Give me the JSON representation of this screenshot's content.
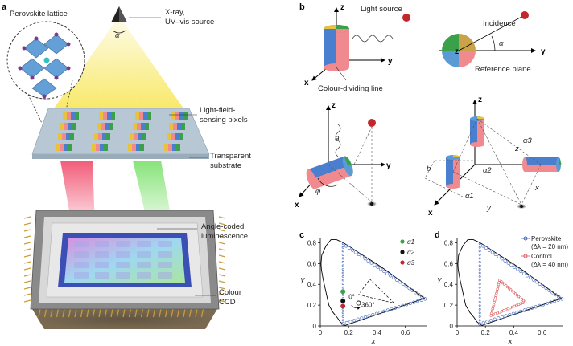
{
  "panel_a": {
    "panel_label": "a",
    "perovskite_label": "Perovskite lattice",
    "source_label_1": "X-ray,",
    "source_label_2": "UV–vis source",
    "alpha": "α",
    "pixels_label_1": "Light-field-",
    "pixels_label_2": "sensing pixels",
    "substrate_label_1": "Transparent",
    "substrate_label_2": "substrate",
    "luminescence_label_1": "Angle-coded",
    "luminescence_label_2": "luminescence",
    "ccd_label_1": "Colour",
    "ccd_label_2": "CCD"
  },
  "panel_b": {
    "panel_label": "b",
    "light_source": "Light source",
    "colour_dividing_line": "Colour-dividing line",
    "incidence": "Incidence",
    "reference_plane": "Reference plane",
    "alpha": "α",
    "theta": "θ",
    "phi": "φ",
    "alpha1": "α1",
    "alpha2": "α2",
    "alpha3": "α3",
    "b": "b",
    "x_var": "x",
    "y_var": "y",
    "z_var": "z",
    "x": "x",
    "y": "y",
    "z": "z"
  },
  "chart_data": [
    {
      "type": "scatter",
      "panel_label": "c",
      "xlabel": "x",
      "ylabel": "y",
      "xlim": [
        0,
        0.75
      ],
      "ylim": [
        0,
        0.85
      ],
      "x_ticks": [
        "0",
        "0.2",
        "0.4",
        "0.6"
      ],
      "y_ticks": [
        "0",
        "0.2",
        "0.4",
        "0.6",
        "0.8"
      ],
      "annotations": [
        "0°",
        "360°"
      ],
      "legend": [
        "α1",
        "α2",
        "α3"
      ],
      "legend_colors": [
        "#3aa14a",
        "#111111",
        "#c0282d"
      ],
      "series": [
        {
          "name": "α1",
          "x": [
            0.16
          ],
          "y": [
            0.33
          ]
        },
        {
          "name": "α2",
          "x": [
            0.16
          ],
          "y": [
            0.24
          ]
        },
        {
          "name": "α3",
          "x": [
            0.16
          ],
          "y": [
            0.19
          ]
        }
      ]
    },
    {
      "type": "scatter",
      "panel_label": "d",
      "xlabel": "x",
      "ylabel": "y",
      "xlim": [
        0,
        0.75
      ],
      "ylim": [
        0,
        0.85
      ],
      "x_ticks": [
        "0",
        "0.2",
        "0.4",
        "0.6"
      ],
      "y_ticks": [
        "0",
        "0.2",
        "0.4",
        "0.6",
        "0.8"
      ],
      "legend": [
        "Perovskite",
        "(Δλ = 20 nm)",
        "Control",
        "(Δλ = 40 nm)"
      ],
      "legend_colors": [
        "#3a63b8",
        "#e06060"
      ],
      "series": [
        {
          "name": "Perovskite",
          "triangle": [
            [
              0.16,
              0.02
            ],
            [
              0.74,
              0.26
            ],
            [
              0.16,
              0.79
            ]
          ]
        },
        {
          "name": "Control",
          "triangle": [
            [
              0.24,
              0.1
            ],
            [
              0.48,
              0.23
            ],
            [
              0.3,
              0.44
            ]
          ]
        }
      ]
    }
  ],
  "colors": {
    "pink": "#f08a8f",
    "blue": "#4a7fcf",
    "green": "#3aa14a",
    "yellow": "#e7c23a",
    "source_dot": "#c0282d",
    "glass": "#a9bccd"
  }
}
